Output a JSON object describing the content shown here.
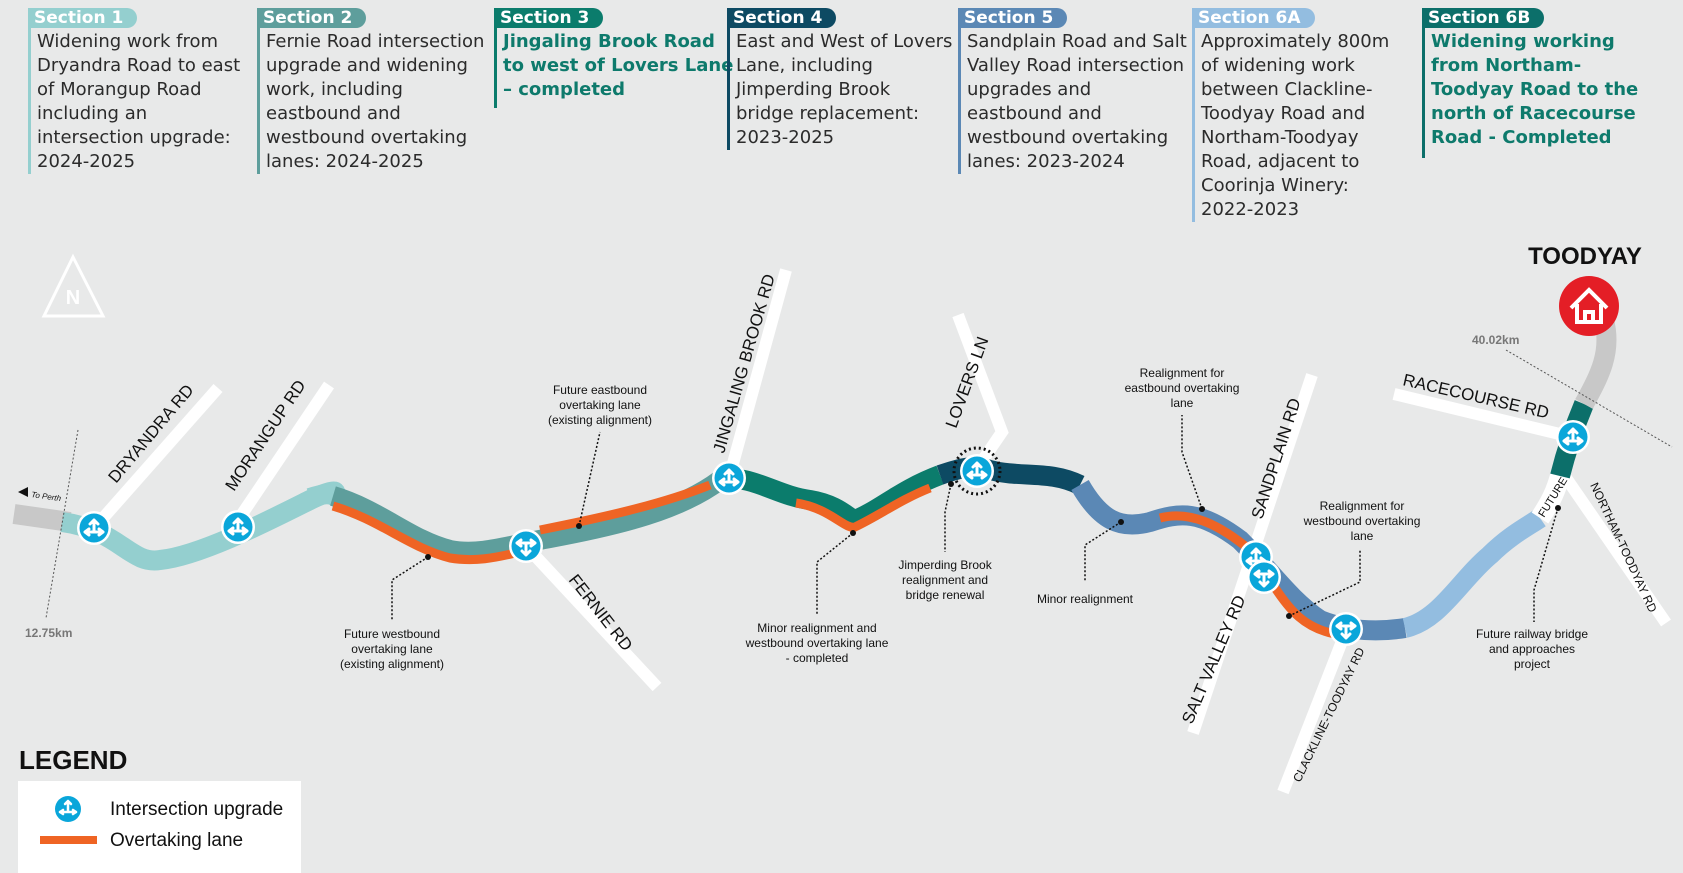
{
  "sections": [
    {
      "id": "s1",
      "label": "Section 1",
      "color": "#94cfcf",
      "lines": [
        "Widening work from",
        "Dryandra Road to east",
        "of Morangup Road",
        "including an",
        "intersection upgrade:",
        "2024-2025"
      ],
      "bold": false
    },
    {
      "id": "s2",
      "label": "Section 2",
      "color": "#5e9e9c",
      "lines": [
        "Fernie Road intersection",
        "upgrade and widening",
        "work, including",
        "eastbound and",
        "westbound overtaking",
        "lanes: 2024-2025"
      ],
      "bold": false
    },
    {
      "id": "s3",
      "label": "Section 3",
      "color": "#0b7c6c",
      "lines": [
        "Jingaling Brook Road",
        "to west of Lovers Lane",
        "– completed"
      ],
      "bold": true
    },
    {
      "id": "s4",
      "label": "Section 4",
      "color": "#0d4a63",
      "lines": [
        "East and West of Lovers",
        "Lane, including",
        "Jimperding Brook",
        "bridge replacement:",
        "2023-2025"
      ],
      "bold": false
    },
    {
      "id": "s5",
      "label": "Section 5",
      "color": "#5b88b5",
      "lines": [
        "Sandplain Road and Salt",
        "Valley Road intersection",
        "upgrades and",
        "eastbound and",
        "westbound overtaking",
        "lanes: 2023-2024"
      ],
      "bold": false
    },
    {
      "id": "s6a",
      "label": "Section 6A",
      "color": "#93bde0",
      "lines": [
        "Approximately 800m",
        "of widening work",
        "between Clackline-",
        "Toodyay Road and",
        "Northam-Toodyay",
        "Road, adjacent to",
        "Coorinja Winery:",
        "2022-2023"
      ],
      "bold": false
    },
    {
      "id": "s6b",
      "label": "Section 6B",
      "color": "#0c6f6a",
      "lines": [
        "Widening working",
        "from Northam-",
        "Toodyay Road to the",
        "north of Racecourse",
        "Road - Completed"
      ],
      "bold": true
    }
  ],
  "map": {
    "north_label": "N",
    "destination": "TOODYAY",
    "to_perth": "To Perth",
    "km_start": "12.75km",
    "km_end": "40.02km",
    "future_label": "FUTURE",
    "roads": [
      "DRYANDRA RD",
      "MORANGUP RD",
      "FERNIE RD",
      "JINGALING BROOK RD",
      "LOVERS LN",
      "SANDPLAIN RD",
      "SALT VALLEY RD",
      "CLACKLINE-TOODYAY RD",
      "RACECOURSE RD",
      "NORTHAM-TOODYAY RD"
    ],
    "annotations": {
      "future_eastbound": [
        "Future eastbound",
        "overtaking lane",
        "(existing alignment)"
      ],
      "future_westbound": [
        "Future westbound",
        "overtaking lane",
        "(existing alignment)"
      ],
      "minor_realign_completed": [
        "Minor realignment and",
        "westbound overtaking lane",
        "- completed"
      ],
      "jimperding": [
        "Jimperding Brook",
        "realignment and",
        "bridge renewal"
      ],
      "minor_realign": [
        "Minor realignment"
      ],
      "realign_eastbound": [
        "Realignment for",
        "eastbound overtaking",
        "lane"
      ],
      "realign_westbound": [
        "Realignment for",
        "westbound overtaking",
        "lane"
      ],
      "railway": [
        "Future railway bridge",
        "and approaches",
        "project"
      ]
    },
    "colors": {
      "overtaking": "#ef6424",
      "intersection": "#0aa6da",
      "existing": "#c8c8c8",
      "toodyay_pin": "#e41e26"
    }
  },
  "legend": {
    "title": "LEGEND",
    "items": [
      {
        "icon": "intersection-upgrade-icon",
        "label": "Intersection upgrade"
      },
      {
        "icon": "overtaking-lane-swatch",
        "label": "Overtaking lane"
      }
    ]
  }
}
